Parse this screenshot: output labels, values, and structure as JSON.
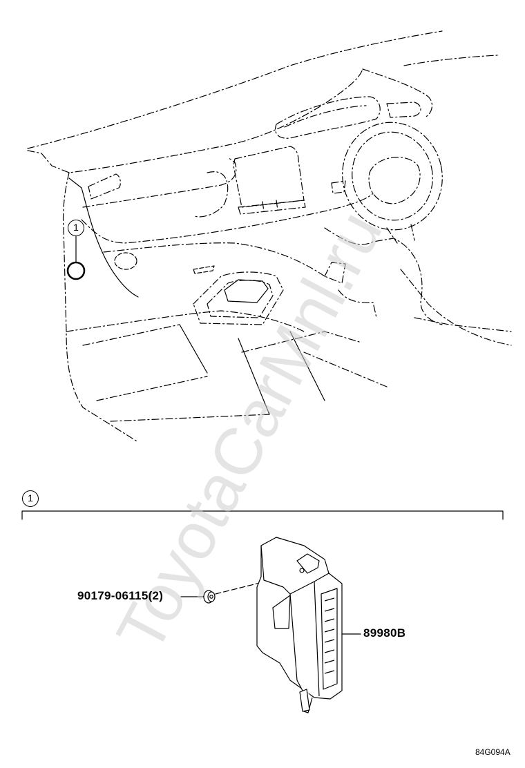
{
  "callouts": {
    "top": "1",
    "detail": "1"
  },
  "parts": {
    "bolt": "90179-06115(2)",
    "module": "89980B"
  },
  "figure_code": "84G094A",
  "watermark": "ToyotaCarMnl.ru",
  "colors": {
    "line": "#000000",
    "watermark": "#cfcfcf"
  }
}
